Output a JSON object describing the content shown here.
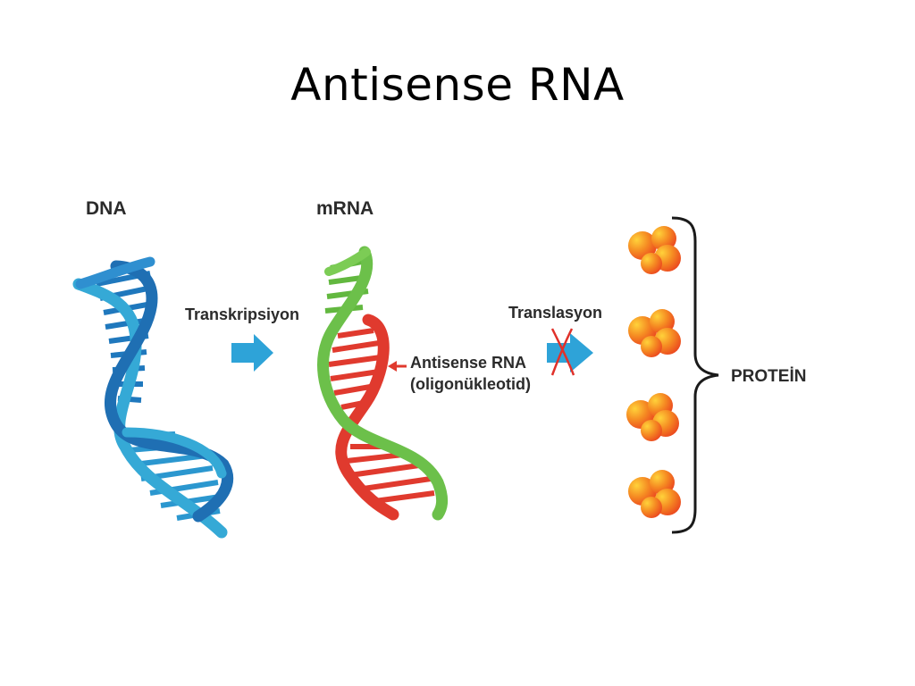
{
  "title": "Antisense RNA",
  "labels": {
    "dna": "DNA",
    "mrna": "mRNA",
    "transcription": "Transkripsiyon",
    "translation": "Translasyon",
    "antisense_line1": "Antisense RNA",
    "antisense_line2": "(oligonükleotid)",
    "protein": "PROTEİN"
  },
  "colors": {
    "dna_dark": "#1f6fb3",
    "dna_light": "#35a9d6",
    "mrna_green": "#6cc04a",
    "antisense_red": "#e03a2e",
    "arrow_blue": "#2ea3d8",
    "block_red": "#e0312a",
    "protein_orange": "#f2701e"
  },
  "icons": [
    "dna-helix-icon",
    "mrna-helix-icon",
    "arrow-right-icon",
    "blocked-arrow-icon",
    "protein-blob-icon",
    "curly-brace-icon"
  ]
}
